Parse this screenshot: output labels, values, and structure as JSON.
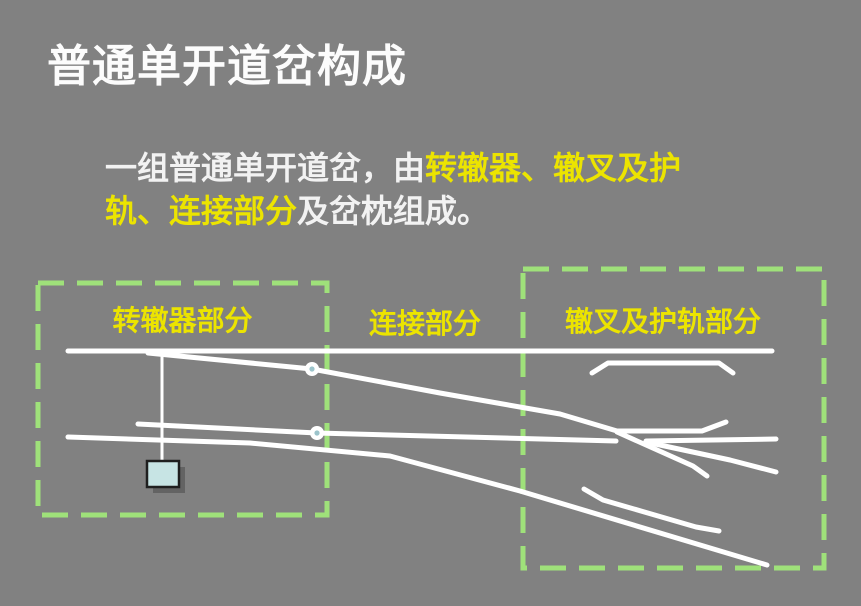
{
  "slide": {
    "title": "普通单开道岔构成",
    "body": {
      "line1": [
        {
          "text": "一组普通单开道岔，由",
          "color": "#f2f2f2"
        },
        {
          "text": "转辙器、辙叉及护",
          "color": "#ece400"
        }
      ],
      "line2": [
        {
          "text": "轨、连接部分",
          "color": "#ece400"
        },
        {
          "text": "及岔枕组成。",
          "color": "#f2f2f2"
        }
      ]
    },
    "diagram": {
      "labels": {
        "switch_section": "转辙器部分",
        "connection_section": "连接部分",
        "frog_guardrail_section": "辙叉及护轨部分"
      },
      "colors": {
        "background": "#818181",
        "rail": "#ffffff",
        "section_box_border": "#9fe17a",
        "section_label": "#ece400",
        "switch_machine_fill": "#c7e4e4",
        "switch_machine_border": "#1f1f1f",
        "switch_machine_shadow": "#636363",
        "joint_dot_center": "#9cc4cb"
      }
    }
  }
}
